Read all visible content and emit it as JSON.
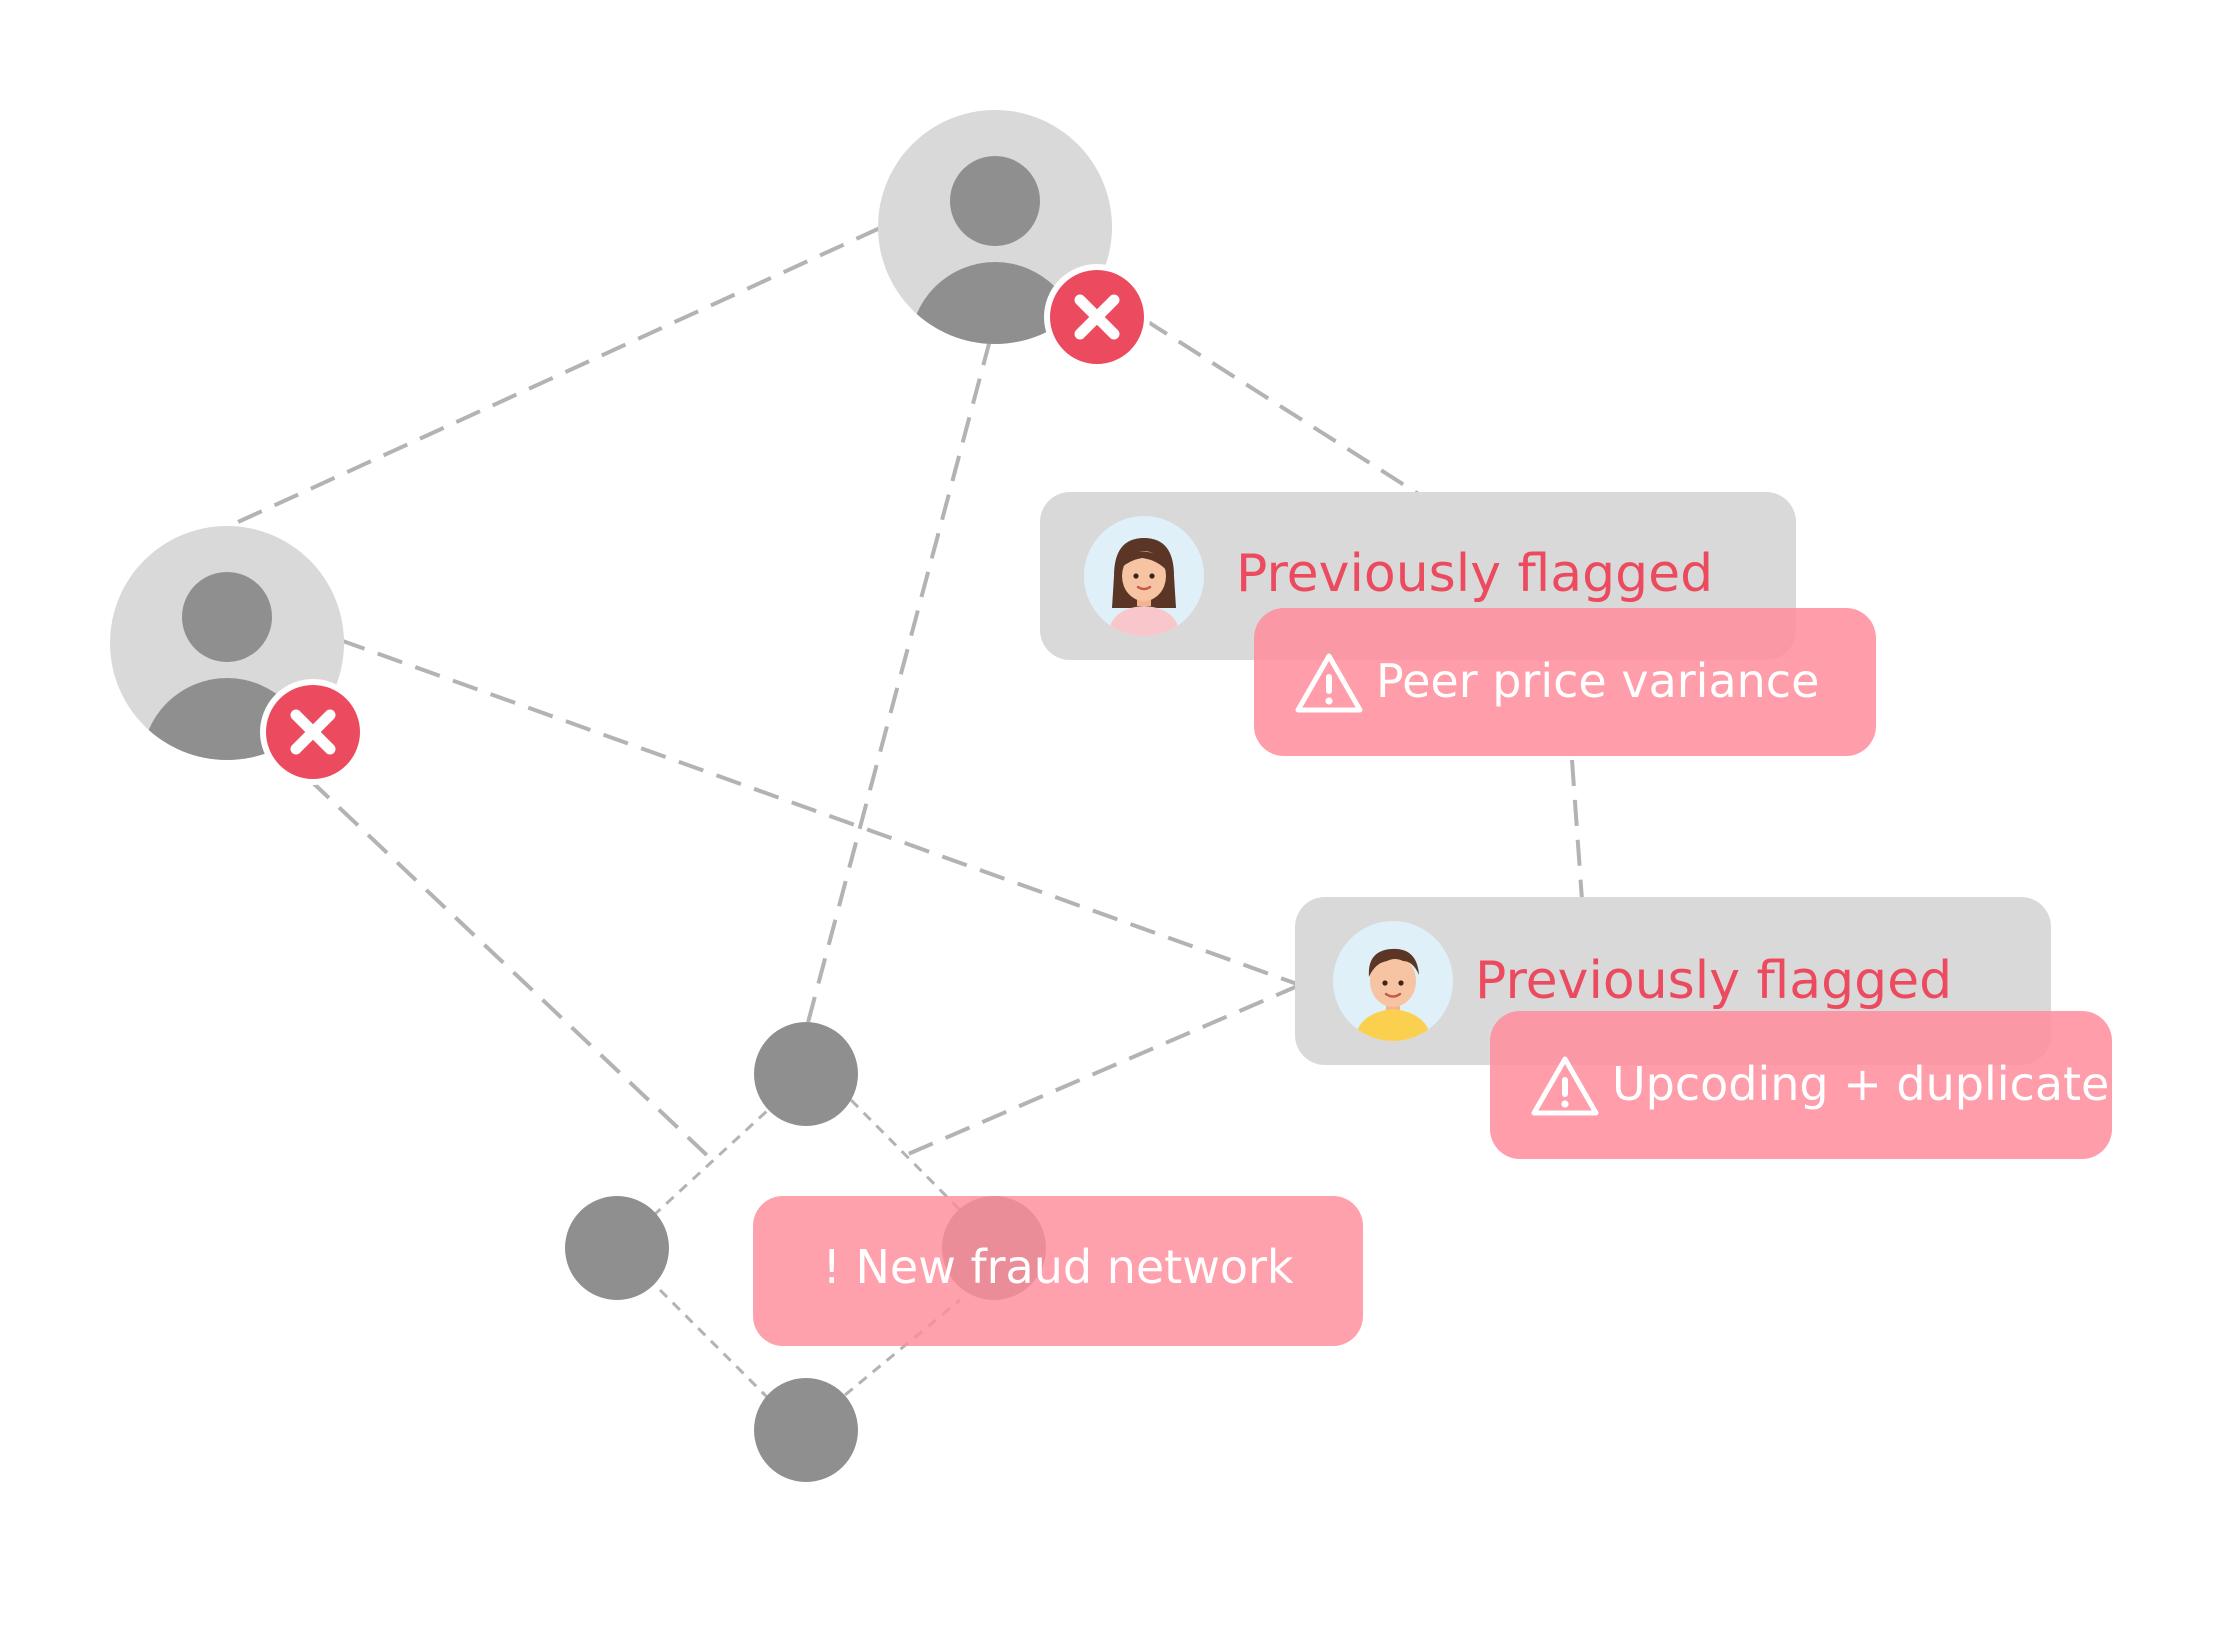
{
  "nodes": {
    "top_user": {
      "status": "flagged",
      "badge_icon": "close-icon"
    },
    "left_user": {
      "status": "flagged",
      "badge_icon": "close-icon"
    }
  },
  "cards": [
    {
      "label": "Previously flagged",
      "avatar": "woman-avatar-icon",
      "alert": "Peer price variance",
      "alert_icon": "warning-triangle-icon"
    },
    {
      "label": "Previously flagged",
      "avatar": "man-avatar-icon",
      "alert": "Upcoding + duplicate",
      "alert_icon": "warning-triangle-icon"
    }
  ],
  "network_alert": {
    "label": "! New fraud network"
  },
  "colors": {
    "flag_red": "#ec4a5e",
    "alert_pink": "#ff8c9b",
    "node_gray": "#8f8f8f",
    "card_gray": "#d9d9d9",
    "edge_gray": "#b3b3b3"
  }
}
